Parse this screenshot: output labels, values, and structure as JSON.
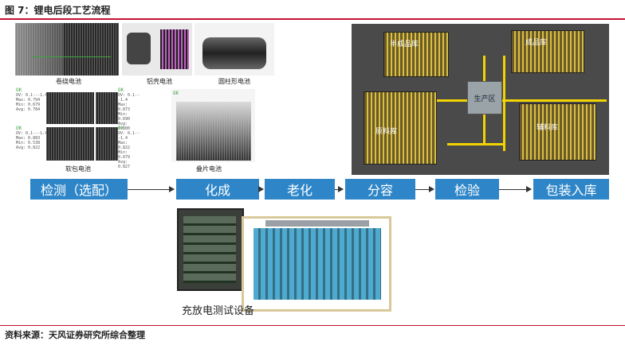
{
  "header": {
    "title": "图 7：锂电后段工艺流程"
  },
  "inspection_images": {
    "captions": [
      "卷绕电池",
      "铝壳电池",
      "圆柱形电池",
      "软包电池",
      "叠片电池"
    ],
    "ok_label": "OK",
    "stat_sets": [
      [
        "OV: 0.1---1.4",
        "Max: 0.794",
        "Min: 0.679",
        "Avg: 0.784"
      ],
      [
        "OV: 0.1---1.4",
        "Max: 0.873",
        "Min: 0.690",
        "Avg: 0.800"
      ],
      [
        "OV: 0.1---1.4",
        "Max: 0.883",
        "Min: 0.538",
        "Avg: 0.822"
      ],
      [
        "OV: 0.1---1.4",
        "Max: 0.822",
        "Min: 0.679",
        "Avg: 0.827"
      ]
    ]
  },
  "factory": {
    "zones": [
      "半成品库",
      "成品库",
      "生产区",
      "原料库",
      "辅料库"
    ]
  },
  "process": {
    "steps": [
      "检测（选配）",
      "化成",
      "老化",
      "分容",
      "检验",
      "包装入库"
    ]
  },
  "equipment": {
    "caption": "充放电测试设备"
  },
  "footer": {
    "source": "资料来源：天风证券研究所综合整理"
  },
  "colors": {
    "accent": "#c8102e",
    "step_fill": "#2e86c8",
    "path_yellow": "#f2d400"
  }
}
